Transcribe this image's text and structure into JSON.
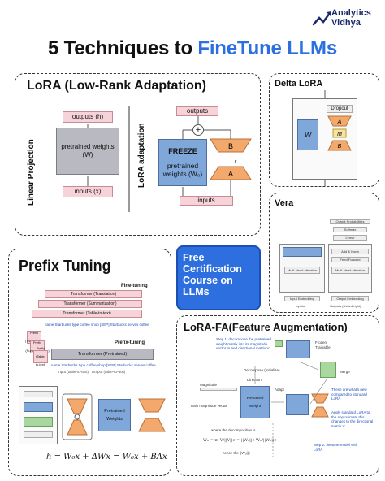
{
  "brand": {
    "name_line1": "Analytics",
    "name_line2": "Vidhya",
    "accent": "#2b6fe0"
  },
  "title": {
    "prefix": "5 Techniques to ",
    "highlight": "FineTune LLMs"
  },
  "lora": {
    "title": "LoRA (Low-Rank Adaptation)",
    "left_axis": "Linear Projection",
    "right_axis": "LoRA adaptation",
    "left": {
      "outputs": "outputs (h)",
      "weights": "pretrained weights (W)",
      "inputs": "inputs (x)"
    },
    "right": {
      "outputs": "outputs",
      "freeze": "FREEZE",
      "weights": "pretrained weights (W₀)",
      "inputs": "inputs",
      "a_label": "A",
      "b_label": "B",
      "plus": "+",
      "r": "r"
    }
  },
  "delta_lora": {
    "title": "Delta LoRA",
    "w": "W",
    "dropout": "Dropout",
    "a": "A",
    "b": "B",
    "m": "M"
  },
  "vera": {
    "title": "Vera",
    "labels": [
      "Output Probabilities",
      "Softmax",
      "Linear",
      "Add & Norm",
      "Feed Forward",
      "Multi-Head Attention",
      "Input Embedding",
      "Output Embedding",
      "Inputs",
      "Outputs (shifted right)"
    ]
  },
  "prefix": {
    "title": "Prefix Tuning",
    "finetuning": "Fine-tuning",
    "prefix_tuning": "Prefix-tuning",
    "layers": [
      "Transformer (Translation)",
      "Transformer (Summarization)",
      "Transformer (Table-to-text)"
    ],
    "pretrained": "Transformer (Pretrained)",
    "prefix_labels": [
      "Prefix (Translation)",
      "Prefix (Summarization)",
      "Prefix (Table-to-text)"
    ],
    "input_line": "name Starbucks type coffee shop [SEP] Starbucks serves coffee",
    "io_line": "Input (table-to-text)   Output (table-to-text)",
    "pretrained_weights": "Pretrained Weights",
    "formula": "h = W₀x + ΔWx = W₀x + BAx"
  },
  "certification": {
    "lines": [
      "Free",
      "Certification",
      "Course on",
      "LLMs"
    ]
  },
  "lora_fa": {
    "title": "LoRA-FA(Feature Augmentation)",
    "step1": "Step 1: decompose the pretrained weight matrix into its magnitude vector m and directional matrix V",
    "decompose": "Decompose (Initialize)",
    "pretrained_weight": "Pretrained Weight",
    "merge": "Merge",
    "magnitude": "Magnitude",
    "direction": "Direction",
    "frozen": "Frozen",
    "trainable": "Trainable",
    "train_mag": "Train magnitude vector",
    "adapt": "Adapt",
    "note1": "These are what's new compared to standard LoRA",
    "note2": "Apply standard LoRA to the approximate this changes to the directional matrix V",
    "step2": "Step 2: finetune model with LoRA",
    "decomp_eq": "where the decomposition is",
    "eq": "W₀ = m V/||V||c = ||W₀||c W₀/||W₀||c",
    "norm": "hence the ||W₀||c"
  }
}
